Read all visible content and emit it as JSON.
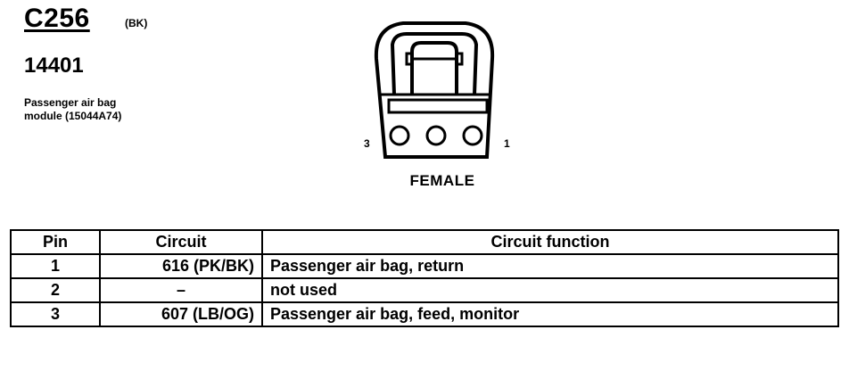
{
  "connector": {
    "code": "C256",
    "color": "(BK)",
    "part_number": "14401",
    "description_line1": "Passenger air bag",
    "description_line2": "module (15044A74)",
    "gender": "FEMALE",
    "pin_labels": {
      "left": "3",
      "right": "1"
    },
    "pin_count": 3
  },
  "table": {
    "headers": [
      "Pin",
      "Circuit",
      "Circuit function"
    ],
    "rows": [
      {
        "pin": "1",
        "circuit": "616 (PK/BK)",
        "function": "Passenger air bag, return"
      },
      {
        "pin": "2",
        "circuit": "–",
        "function": "not used"
      },
      {
        "pin": "3",
        "circuit": "607 (LB/OG)",
        "function": "Passenger air bag, feed, monitor"
      }
    ]
  }
}
